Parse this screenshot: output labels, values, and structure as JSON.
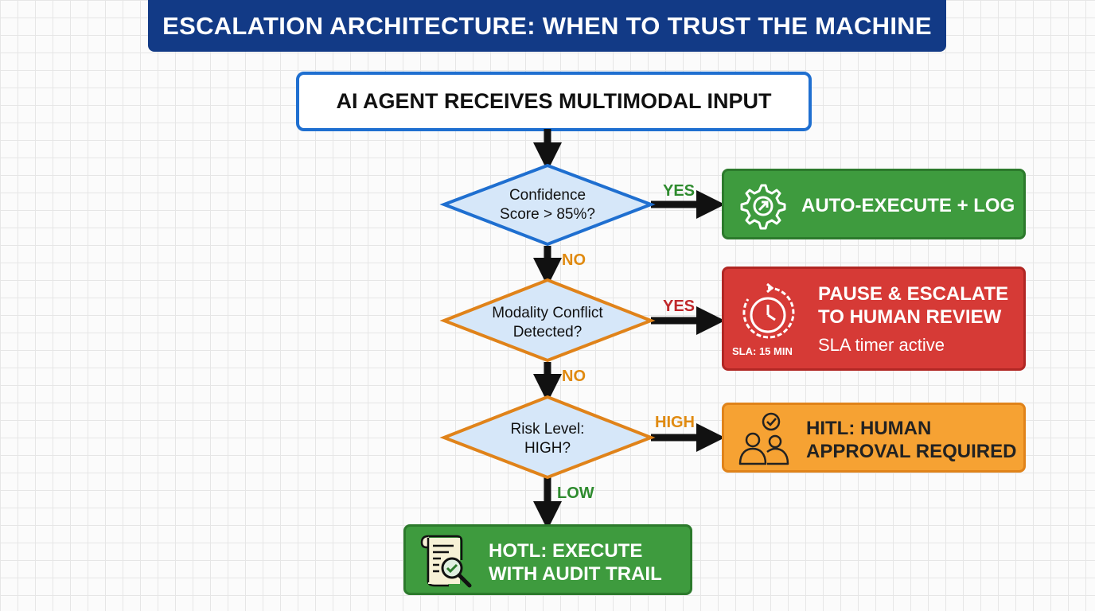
{
  "title": "ESCALATION ARCHITECTURE: WHEN TO TRUST THE MACHINE",
  "start": "AI AGENT RECEIVES MULTIMODAL INPUT",
  "decisions": [
    {
      "line1": "Confidence",
      "line2": "Score > 85%?"
    },
    {
      "line1": "Modality Conflict",
      "line2": "Detected?"
    },
    {
      "line1": "Risk Level:",
      "line2": "HIGH?"
    }
  ],
  "edges": {
    "d1_yes": "YES",
    "d1_no": "NO",
    "d2_yes": "YES",
    "d2_no": "NO",
    "d3_high": "HIGH",
    "d3_low": "LOW"
  },
  "outcomes": {
    "auto": {
      "title": "AUTO-EXECUTE + LOG",
      "icon": "gear-arrow-icon",
      "color": "#3e9b3e"
    },
    "pause": {
      "line1": "PAUSE & ESCALATE",
      "line2": "TO HUMAN REVIEW",
      "sub": "SLA timer active",
      "sla": "SLA: 15 MIN",
      "icon": "clock-icon",
      "color": "#d63a36"
    },
    "hitl": {
      "line1": "HITL: HUMAN",
      "line2": "APPROVAL REQUIRED",
      "icon": "people-check-icon",
      "color": "#f6a233"
    },
    "hotl": {
      "line1": "HOTL: EXECUTE",
      "line2": "WITH AUDIT TRAIL",
      "icon": "audit-scroll-icon",
      "color": "#3e9b3e"
    }
  }
}
